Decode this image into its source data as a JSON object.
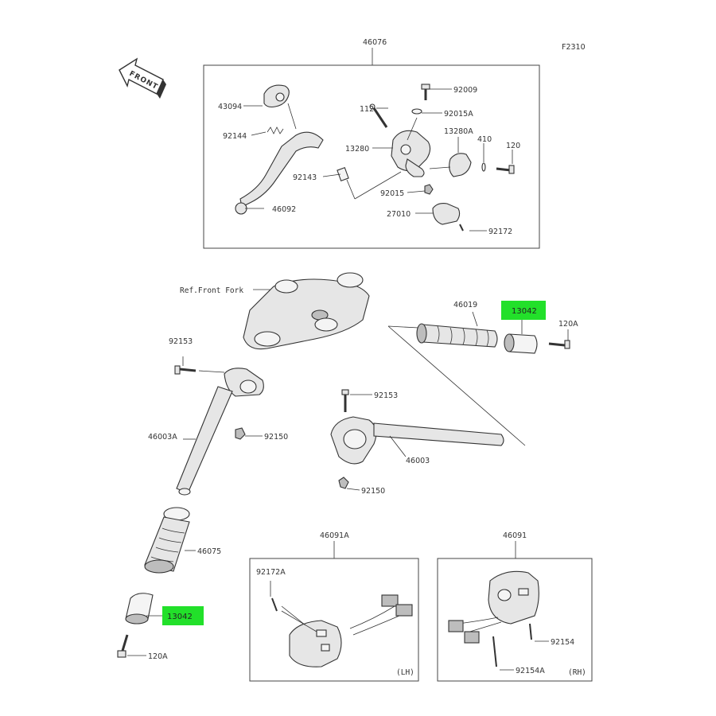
{
  "diagram": {
    "code": "F2310",
    "front_label": "FRONT",
    "ref_label": "Ref.Front Fork",
    "highlight_color": "#22e02a",
    "lever_group": {
      "label": "46076",
      "parts": [
        "43094",
        "92144",
        "92143",
        "46092",
        "112",
        "92009",
        "92015A",
        "13280",
        "13280A",
        "410",
        "120",
        "92015",
        "27010",
        "92172"
      ]
    },
    "handlebar_parts": [
      "46019",
      "13042",
      "120A",
      "92153",
      "46003A",
      "92150",
      "92153",
      "46003",
      "92150",
      "46075",
      "13042",
      "120A"
    ],
    "left_switch": {
      "label": "46091A",
      "part": "92172A",
      "side": "(LH)"
    },
    "right_switch": {
      "label": "46091",
      "parts": [
        "92154",
        "92154A"
      ],
      "side": "(RH)"
    }
  }
}
